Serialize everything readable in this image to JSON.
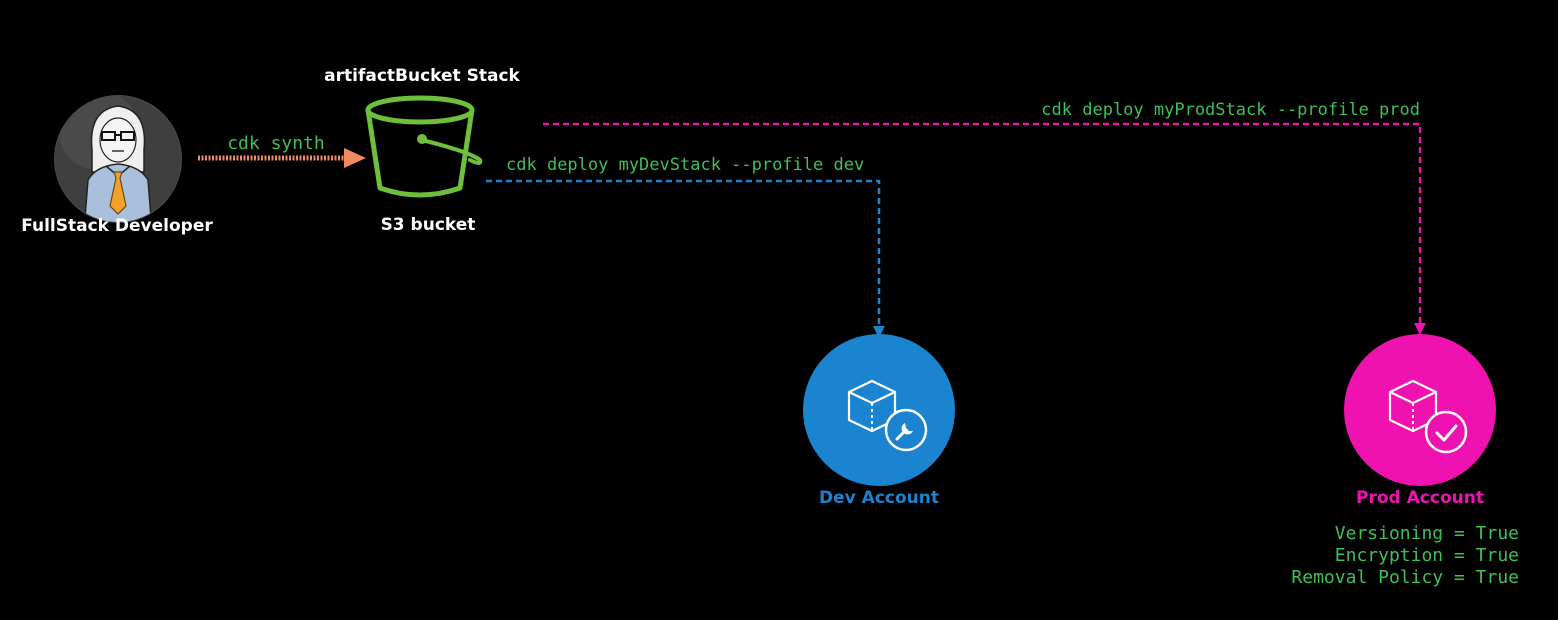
{
  "colors": {
    "background": "#000000",
    "label_white": "#ffffff",
    "command_green": "#3fbf5a",
    "arrow_orange": "#f08a60",
    "dev_blue": "#1a84d0",
    "prod_pink": "#f012b0",
    "bucket_green": "#6dbf3c"
  },
  "developer": {
    "label": "FullStack Developer",
    "icon": "developer-avatar-icon"
  },
  "bucket": {
    "stack_title": "artifactBucket Stack",
    "label": "S3 bucket",
    "icon": "s3-bucket-icon"
  },
  "commands": {
    "synth": "cdk synth",
    "deploy_dev": "cdk deploy myDevStack --profile dev",
    "deploy_prod": "cdk deploy myProdStack --profile prod"
  },
  "dev_account": {
    "label": "Dev Account",
    "icon": "cube-wrench-icon"
  },
  "prod_account": {
    "label": "Prod Account",
    "icon": "cube-check-icon",
    "properties": [
      "Versioning = True",
      "Encryption = True",
      "Removal Policy = True"
    ]
  }
}
